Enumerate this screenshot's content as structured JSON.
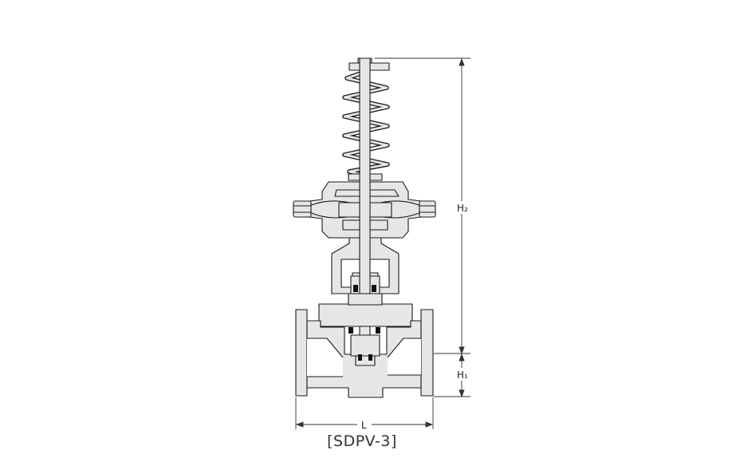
{
  "dimensions": {
    "overall_height": "H₂",
    "base_height": "H₁",
    "face_to_face_length": "L"
  },
  "caption": "[SDPV-3]",
  "colors": {
    "body_fill": "#e6e6e6",
    "line": "#1a1a1a",
    "seal": "#111111"
  }
}
